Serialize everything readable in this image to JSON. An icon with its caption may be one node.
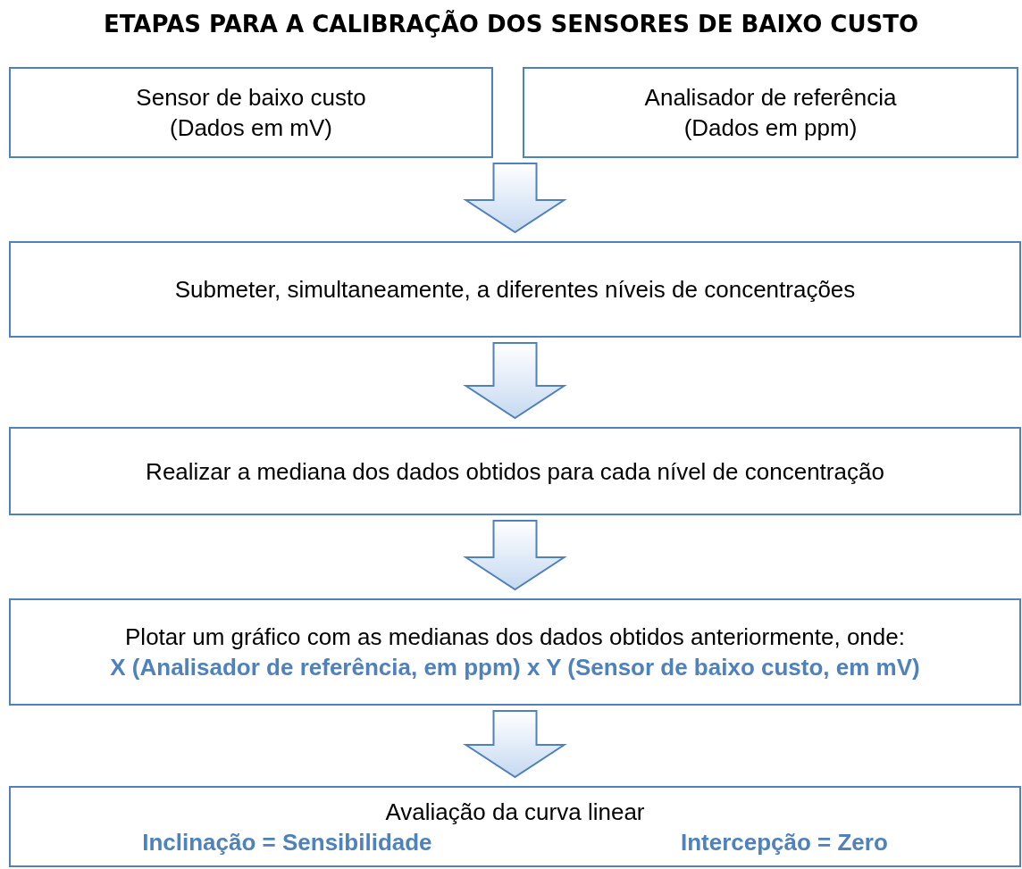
{
  "diagram": {
    "title": "ETAPAS PARA A CALIBRAÇÃO DOS SENSORES DE BAIXO CUSTO",
    "nodes": [
      {
        "text": [
          "Sensor de baixo custo (Dados em mV)"
        ]
      },
      {
        "text": [
          "Analisador de referência (Dados em ppm)"
        ]
      },
      {
        "text": [
          "Submeter, simultaneamente, a diferentes níveis de concentrações"
        ]
      },
      {
        "text": [
          "Realizar a mediana dos dados obtidos para cada nível de concentração"
        ]
      },
      {
        "text": [
          "Plotar um gráfico com as medianas dos dados obtidos anteriormente, onde:",
          "X (Analisador de referência, em ppm) x Y (Sensor de baixo custo, em mV)"
        ]
      },
      {
        "text": [
          "Avaliação da curva linear",
          "Inclinação = Sensibilidade",
          "Intercepção = Zero"
        ]
      }
    ],
    "edges": [
      {
        "from": 0,
        "to": 2,
        "arrow": "to"
      },
      {
        "from": 1,
        "to": 2,
        "arrow": "to"
      },
      {
        "from": 2,
        "to": 3,
        "arrow": "to"
      },
      {
        "from": 3,
        "to": 4,
        "arrow": "to"
      },
      {
        "from": 4,
        "to": 5,
        "arrow": "to"
      }
    ]
  }
}
